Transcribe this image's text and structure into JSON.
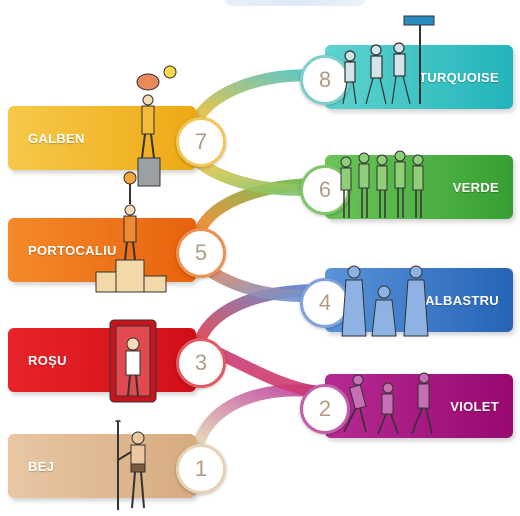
{
  "levels": [
    {
      "number": "1",
      "label": "BEJ"
    },
    {
      "number": "2",
      "label": "VIOLET"
    },
    {
      "number": "3",
      "label": "ROȘU"
    },
    {
      "number": "4",
      "label": "ALBASTRU"
    },
    {
      "number": "5",
      "label": "PORTOCALIU"
    },
    {
      "number": "6",
      "label": "VERDE"
    },
    {
      "number": "7",
      "label": "GALBEN"
    },
    {
      "number": "8",
      "label": "TURQUOISE"
    }
  ],
  "colors": {
    "bej": "#d9b48c",
    "violet": "#a2127e",
    "rosu": "#d6131c",
    "albastru": "#2f6fc0",
    "portocaliu": "#ea6a12",
    "verde": "#42aa3a",
    "galben": "#efb419",
    "turquoise": "#25b9bf",
    "number": "#b39a84"
  },
  "icons": {
    "level1": "caveman-with-spear-icon",
    "level2": "fighting-people-icon",
    "level3": "king-on-throne-icon",
    "level4": "religious-figures-icon",
    "level5": "podium-winner-icon",
    "level6": "group-of-people-icon",
    "level7": "thinker-on-pedestal-icon",
    "level8": "team-with-signpost-icon"
  }
}
